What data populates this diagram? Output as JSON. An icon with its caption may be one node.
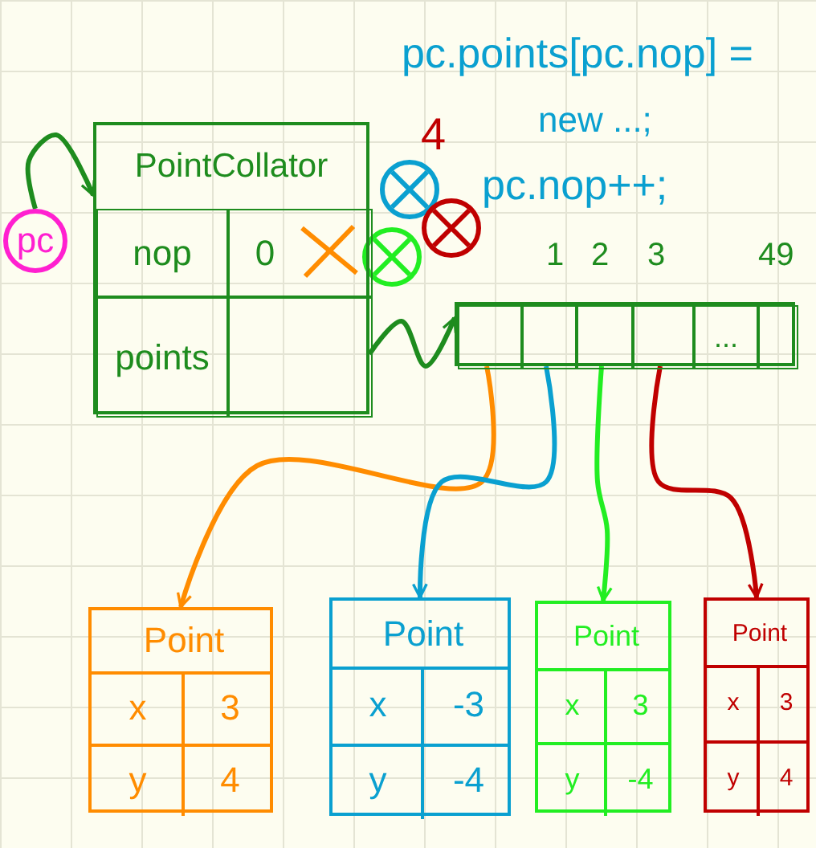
{
  "diagram": {
    "nodes": [
      {
        "text": [
          "pc"
        ]
      },
      {
        "text": [
          "PointCollator"
        ]
      },
      {
        "text": [
          "nop"
        ],
        "in": 1
      },
      {
        "text": [
          "0"
        ],
        "in": 1
      },
      {
        "text": [
          "points"
        ],
        "in": 1
      },
      {
        "text": [],
        "shape": "box",
        "in": 1
      },
      {
        "text": [],
        "shape": "box"
      },
      {
        "text": [],
        "shape": "box",
        "in": 6
      },
      {
        "text": [],
        "shape": "box",
        "in": 6
      },
      {
        "text": [],
        "shape": "box",
        "in": 6
      },
      {
        "text": [],
        "shape": "box",
        "in": 6
      },
      {
        "text": [
          "..."
        ],
        "in": 6
      },
      {
        "text": [],
        "shape": "box",
        "in": 6
      },
      {
        "text": [
          "Point",
          "x",
          "3",
          "y",
          "4"
        ]
      },
      {
        "text": [
          "Point",
          "x",
          "-3",
          "y",
          "-4"
        ]
      },
      {
        "text": [
          "Point",
          "x",
          "3",
          "y",
          "-4"
        ]
      },
      {
        "text": [
          "Point",
          "x",
          "3",
          "y",
          "4"
        ]
      }
    ],
    "edges": [
      {
        "from": 0,
        "to": 1,
        "arrow": "to",
        "color": "#1e8c1e"
      },
      {
        "from": 5,
        "to": 7,
        "arrow": "to",
        "color": "#1e8c1e"
      },
      {
        "from": 7,
        "to": 13,
        "arrow": "to",
        "color": "#ff8c00"
      },
      {
        "from": 8,
        "to": 14,
        "arrow": "to",
        "color": "#0aa0d0"
      },
      {
        "from": 9,
        "to": 15,
        "arrow": "to",
        "color": "#22ee22"
      },
      {
        "from": 10,
        "to": 16,
        "arrow": "to",
        "color": "#c00000"
      }
    ],
    "labels": [
      "pc.points[pc.nop] =",
      "new ...;",
      "4",
      "pc.nop++;",
      "1",
      "2",
      "3",
      "49"
    ]
  }
}
